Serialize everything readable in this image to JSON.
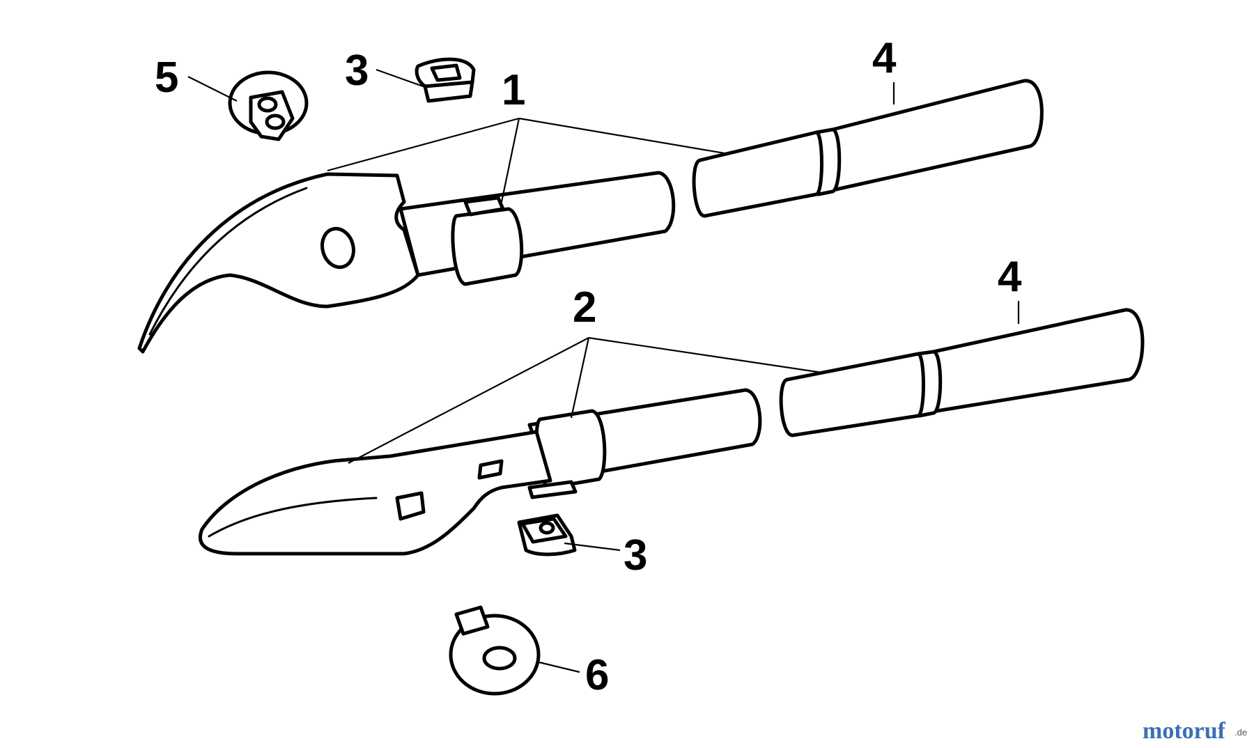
{
  "callouts": {
    "c1": "1",
    "c2": "2",
    "c3a": "3",
    "c3b": "3",
    "c4a": "4",
    "c4b": "4",
    "c5": "5",
    "c6": "6"
  },
  "watermark": {
    "text": "motoruf",
    "suffix": ".de"
  }
}
